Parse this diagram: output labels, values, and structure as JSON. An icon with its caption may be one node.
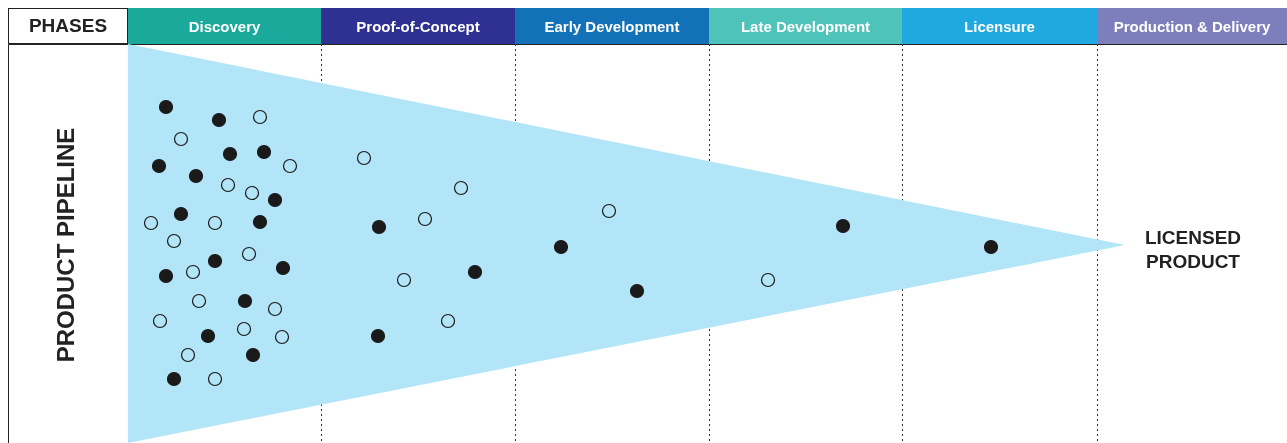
{
  "diagram": {
    "nodes": [
      {
        "text": [
          "PHASES"
        ]
      },
      {
        "text": [
          "Discovery"
        ]
      },
      {
        "text": [
          "Proof-of-Concept"
        ]
      },
      {
        "text": [
          "Early Development"
        ]
      },
      {
        "text": [
          "Late Development"
        ]
      },
      {
        "text": [
          "Licensure"
        ]
      },
      {
        "text": [
          "Production & Delivery"
        ]
      }
    ],
    "edges": [],
    "labels": [
      "PRODUCT PIPELINE",
      "LICENSED PRODUCT"
    ]
  }
}
